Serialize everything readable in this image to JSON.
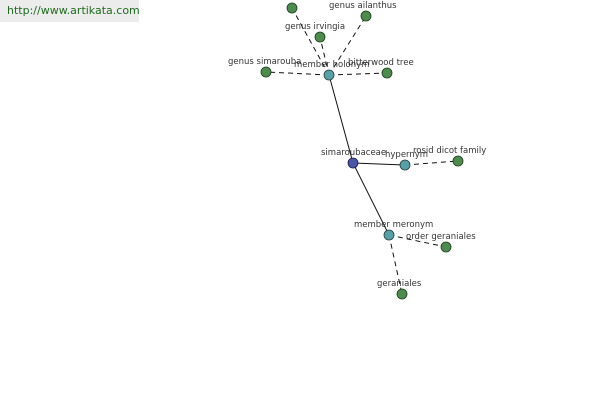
{
  "watermark": "http://www.artikata.com",
  "graph": {
    "nodes": {
      "root": "simaroubaceae",
      "hypernym": "hypernym",
      "rosid": "rosid dicot family",
      "meronym": "member meronym",
      "order_geraniales": "order geraniales",
      "geraniales": "geraniales",
      "holonym": "member holonym",
      "simarouba": "genus simarouba",
      "irvingia": "genus irvingia",
      "ailanthus": "genus ailanthus",
      "bitterwood": "bitterwood tree",
      "top_unlabeled": ""
    },
    "colors": {
      "leaf": "#4f8a4f",
      "relation": "#5b9fa6",
      "root": "#4a55a6",
      "watermark_bg": "#ececec",
      "watermark_text": "#1f6b1f"
    }
  }
}
